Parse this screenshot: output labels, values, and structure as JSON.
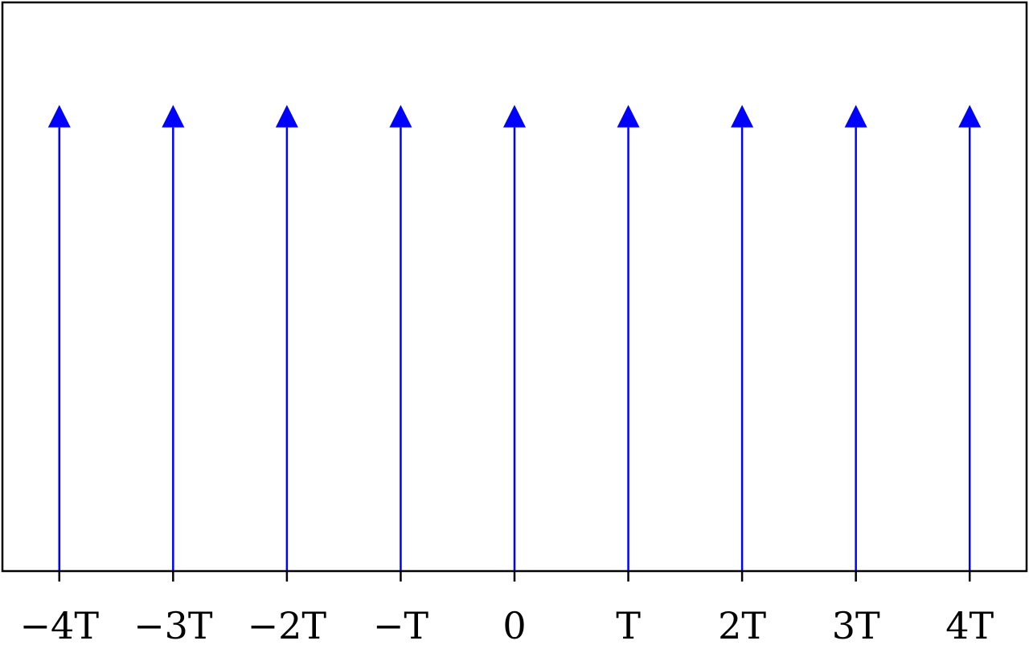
{
  "chart_data": {
    "type": "stem",
    "title": "",
    "xlabel": "",
    "ylabel": "",
    "x": [
      -4,
      -3,
      -2,
      -1,
      0,
      1,
      2,
      3,
      4
    ],
    "values": [
      1,
      1,
      1,
      1,
      1,
      1,
      1,
      1,
      1
    ],
    "tick_labels": [
      "−4T",
      "−3T",
      "−2T",
      "−T",
      "0",
      "T",
      "2T",
      "3T",
      "4T"
    ],
    "xlim": [
      -4.5,
      4.5
    ],
    "ylim": [
      0,
      1.22
    ],
    "marker": "arrow-up",
    "grid": false,
    "color": "#0000ff"
  }
}
